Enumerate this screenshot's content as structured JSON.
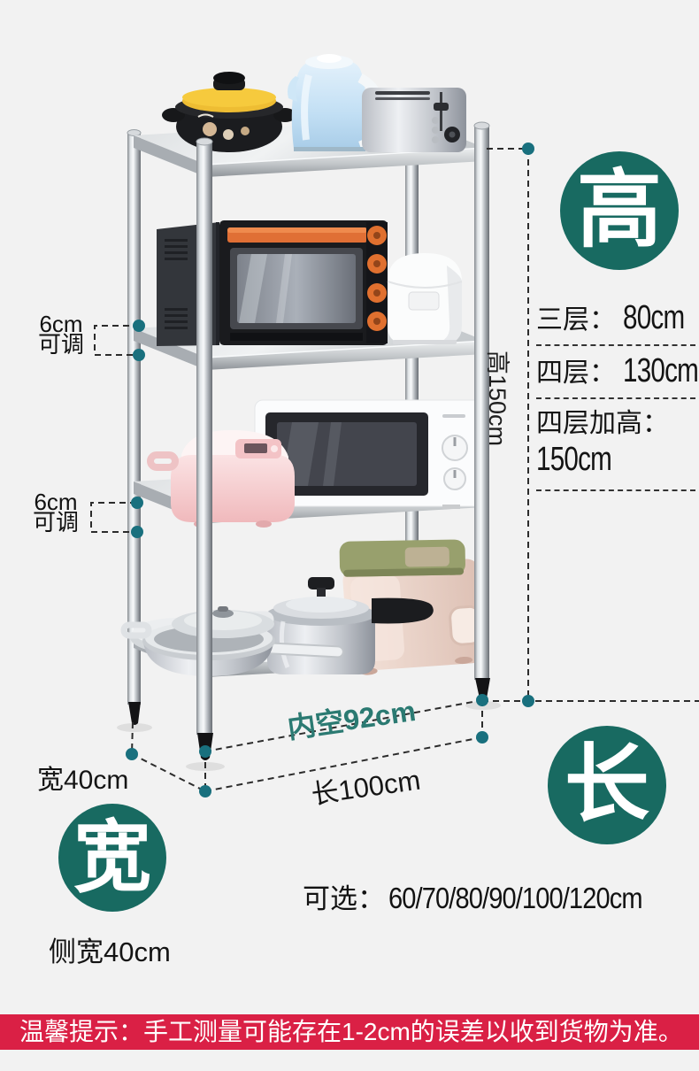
{
  "colors": {
    "background": "#f2f2f2",
    "badge_teal": "#186a61",
    "dimension_dot_teal": "#19707e",
    "inner_span_teal": "#2b7a72",
    "ink": "#161616",
    "banner_background": "#da2045",
    "banner_text": "#ffffff"
  },
  "badges": {
    "height": "高",
    "length": "长",
    "width": "宽"
  },
  "specs": {
    "rows": [
      {
        "label": "三层：",
        "value": "80cm"
      },
      {
        "label": "四层：",
        "value": "130cm"
      },
      {
        "label": "四层加高：",
        "value": "150cm"
      }
    ]
  },
  "annotations": {
    "total_height": "高150cm",
    "adjust_top_line1": "6cm",
    "adjust_top_line2": "可调",
    "adjust_bottom_line1": "6cm",
    "adjust_bottom_line2": "可调",
    "inner_span": "内空92cm",
    "length": "长100cm",
    "width": "宽40cm",
    "side_width": "侧宽40cm",
    "options_label": "可选：",
    "options_values": "60/70/80/90/100/120cm"
  },
  "banner": {
    "text": "温馨提示：手工测量可能存在1-2cm的误差以收到货物为准。"
  }
}
